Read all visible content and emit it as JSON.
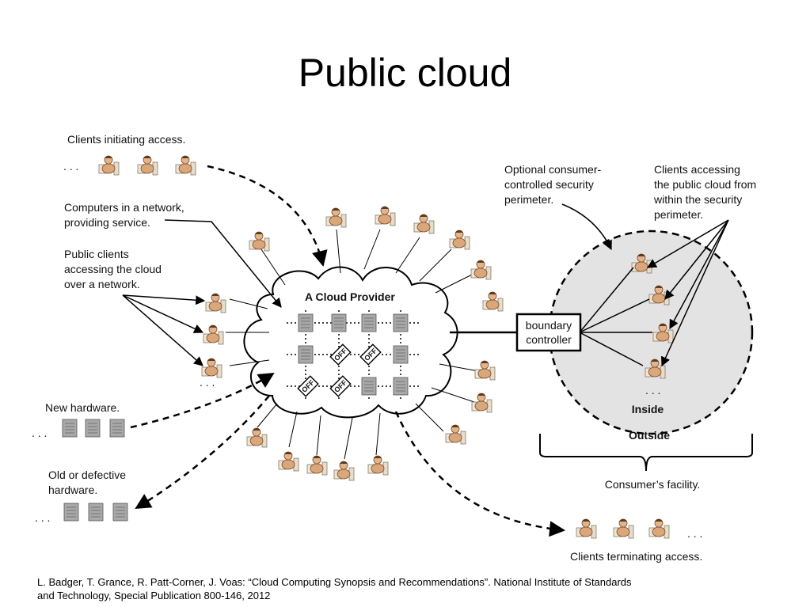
{
  "slide": {
    "title": "Public cloud"
  },
  "labels": {
    "clients_initiating": "Clients initiating access.",
    "computers_network_1": "Computers in a network,",
    "computers_network_2": "providing service.",
    "public_clients_1": "Public clients",
    "public_clients_2": "accessing the cloud",
    "public_clients_3": "over a network.",
    "new_hardware": "New hardware.",
    "old_hardware_1": "Old or defective",
    "old_hardware_2": "hardware.",
    "cloud_provider": "A Cloud Provider",
    "server_off": "OFF",
    "optional_perimeter_1": "Optional consumer-",
    "optional_perimeter_2": "controlled security",
    "optional_perimeter_3": "perimeter.",
    "clients_within_1": "Clients accessing",
    "clients_within_2": "the public cloud from",
    "clients_within_3": "within the security",
    "clients_within_4": "perimeter.",
    "boundary_1": "boundary",
    "boundary_2": "controller",
    "inside": "Inside",
    "outside": "Outside",
    "consumer_facility": "Consumer’s facility.",
    "clients_terminating": "Clients terminating access.",
    "ellipsis": ". . ."
  },
  "citation": {
    "line1": "L. Badger, T. Grance, R. Patt-Corner, J. Voas: “Cloud Computing Synopsis and Recommendations”. National Institute of Standards",
    "line2": "and Technology, Special Publication 800-146, 2012"
  },
  "colors": {
    "perimeter_fill": "#e3e3e3",
    "person_skin": "#d9a77a",
    "person_outline": "#7a4a28",
    "server_fill": "#a8a8a8"
  },
  "icons": [
    "person-at-computer-icon",
    "server-icon",
    "server-off-icon"
  ]
}
